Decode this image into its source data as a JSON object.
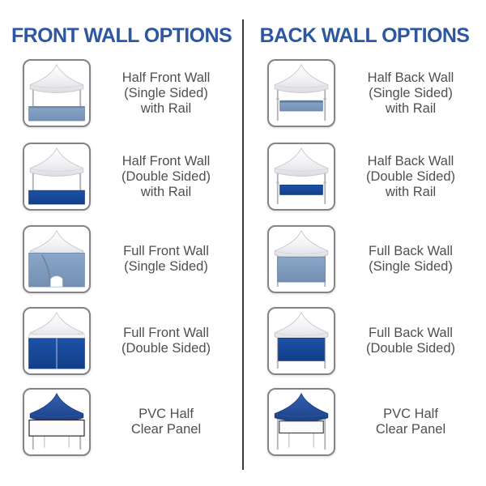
{
  "columns": [
    {
      "title": "FRONT WALL OPTIONS",
      "items": [
        {
          "label": "Half Front Wall\n(Single Sided)\nwith Rail",
          "icon": "tent-half-front-wall-single-icon"
        },
        {
          "label": "Half Front Wall\n(Double Sided)\nwith Rail",
          "icon": "tent-half-front-wall-double-icon"
        },
        {
          "label": "Full Front Wall\n(Single Sided)",
          "icon": "tent-full-front-wall-single-icon"
        },
        {
          "label": "Full Front Wall\n(Double Sided)",
          "icon": "tent-full-front-wall-double-icon"
        },
        {
          "label": "PVC Half\nClear Panel",
          "icon": "tent-pvc-half-clear-panel-front-icon"
        }
      ]
    },
    {
      "title": "BACK WALL OPTIONS",
      "items": [
        {
          "label": "Half Back Wall\n(Single Sided)\nwith Rail",
          "icon": "tent-half-back-wall-single-icon"
        },
        {
          "label": "Half Back Wall\n(Double Sided)\nwith Rail",
          "icon": "tent-half-back-wall-double-icon"
        },
        {
          "label": "Full Back Wall\n(Single Sided)",
          "icon": "tent-full-back-wall-single-icon"
        },
        {
          "label": "Full Back Wall\n(Double Sided)",
          "icon": "tent-full-back-wall-double-icon"
        },
        {
          "label": "PVC Half\nClear Panel",
          "icon": "tent-pvc-half-clear-panel-back-icon"
        }
      ]
    }
  ],
  "colors": {
    "title_blue": "#2d57a1",
    "wall_dark_blue": "#164a9c",
    "wall_light_blue": "#7f9cbe",
    "pvc_canopy_blue": "#23488f",
    "label_gray": "#4f4f4f",
    "divider_gray": "#3b3b3b",
    "thumb_border_gray": "#848488"
  }
}
